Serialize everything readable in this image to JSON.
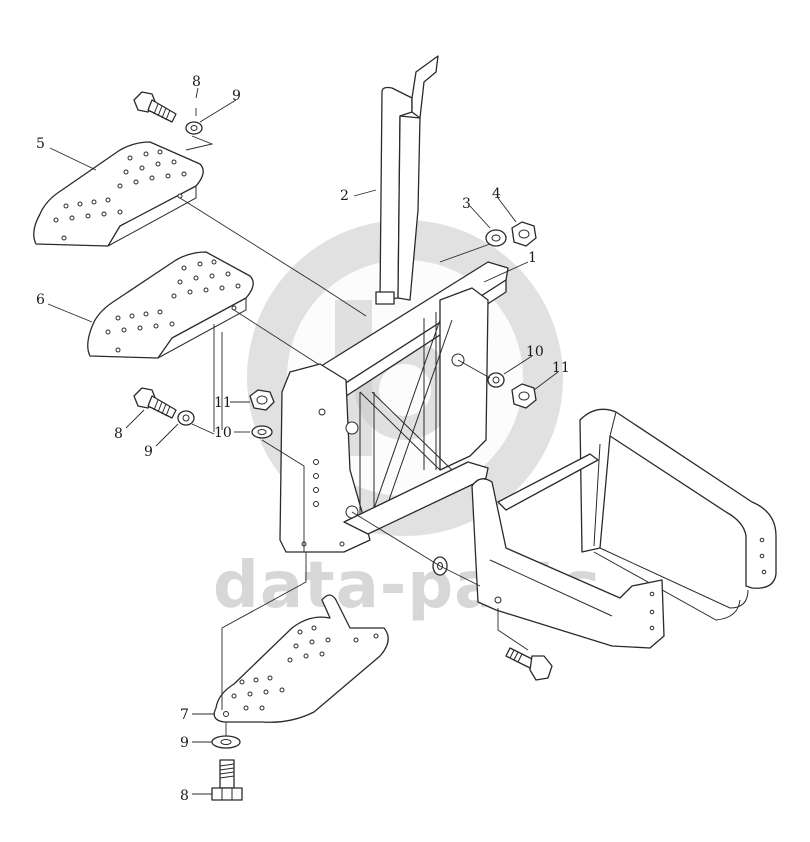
{
  "watermark": {
    "text": "data-parts",
    "color": "#c9c9c9"
  },
  "callouts": {
    "c1": "1",
    "c2": "2",
    "c3": "3",
    "c4": "4",
    "c5": "5",
    "c6": "6",
    "c7": "7",
    "c8a": "8",
    "c8b": "8",
    "c8c": "8",
    "c9a": "9",
    "c9b": "9",
    "c9c": "9",
    "c10a": "10",
    "c10b": "10",
    "c11a": "11",
    "c11b": "11"
  }
}
